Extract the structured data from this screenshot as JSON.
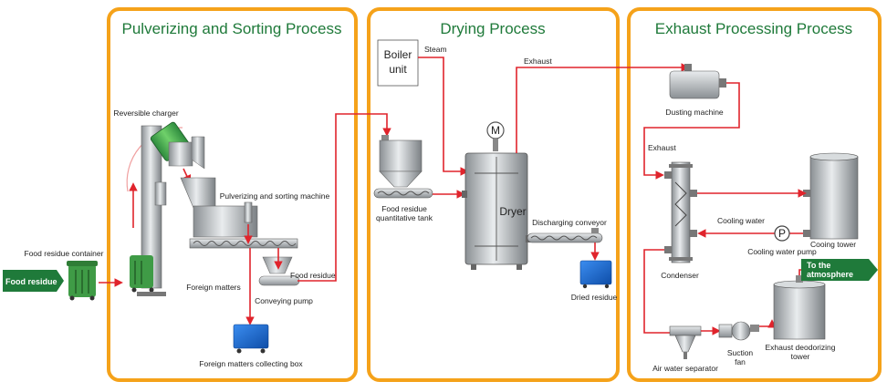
{
  "colors": {
    "panel_border": "#f5a21a",
    "title_green": "#1f7a3a",
    "flow_red": "#e0242c",
    "tag_green": "#1f7a3a",
    "container_green": "#4caf50",
    "box_blue": "#1f6fd1"
  },
  "panels": {
    "pulverizing": {
      "title": "Pulverizing and Sorting Process"
    },
    "drying": {
      "title": "Drying Process"
    },
    "exhaust": {
      "title": "Exhaust Processing Process"
    }
  },
  "labels": {
    "food_residue_tag": "Food residue",
    "food_residue_container": "Food residue container",
    "reversible_charger": "Reversible charger",
    "pulverizing_machine": "Pulverizing and sorting machine",
    "foreign_matters": "Foreign matters",
    "food_residue": "Food residue",
    "conveying_pump": "Conveying pump",
    "foreign_box": "Foreign matters collecting box",
    "boiler_line1": "Boiler",
    "boiler_line2": "unit",
    "steam": "Steam",
    "exhaust_top": "Exhaust",
    "motor": "M",
    "quant_tank_line1": "Food residue",
    "quant_tank_line2": "quantitative tank",
    "dryer": "Dryer",
    "discharging_conveyor": "Discharging conveyor",
    "dried_residue": "Dried residue",
    "dusting_machine": "Dusting machine",
    "exhaust_side": "Exhaust",
    "cooling_water": "Cooling water",
    "pump_symbol": "P",
    "cooling_water_pump": "Cooling water pump",
    "cooling_tower": "Cooing tower",
    "condenser": "Condenser",
    "to_atmosphere_line1": "To the",
    "to_atmosphere_line2": "atmosphere",
    "air_water_separator": "Air water separator",
    "suction_line1": "Suction",
    "suction_line2": "fan",
    "deodorizing_line1": "Exhaust deodorizing",
    "deodorizing_line2": "tower"
  }
}
